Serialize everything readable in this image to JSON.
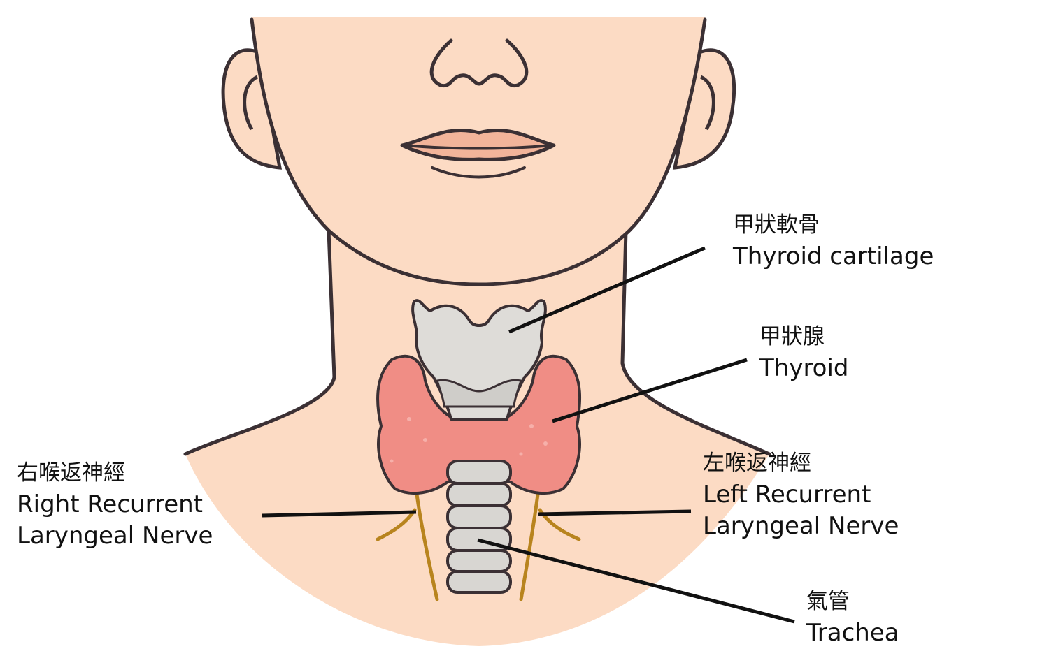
{
  "colors": {
    "skin": "#FCDBC4",
    "outline": "#3B3034",
    "thyroid": "#F08D85",
    "cartilage": "#DEDCD8",
    "nerve": "#B8841E",
    "leader": "#111111"
  },
  "labels": {
    "thyroid_cartilage": {
      "zh": "甲狀軟骨",
      "en": "Thyroid cartilage"
    },
    "thyroid": {
      "zh": "甲狀腺",
      "en": "Thyroid"
    },
    "right_nerve": {
      "zh": "右喉返神經",
      "en1": "Right Recurrent",
      "en2": "Laryngeal Nerve"
    },
    "left_nerve": {
      "zh": "左喉返神經",
      "en1": "Left Recurrent",
      "en2": "Laryngeal Nerve"
    },
    "trachea": {
      "zh": "氣管",
      "en": "Trachea"
    }
  }
}
